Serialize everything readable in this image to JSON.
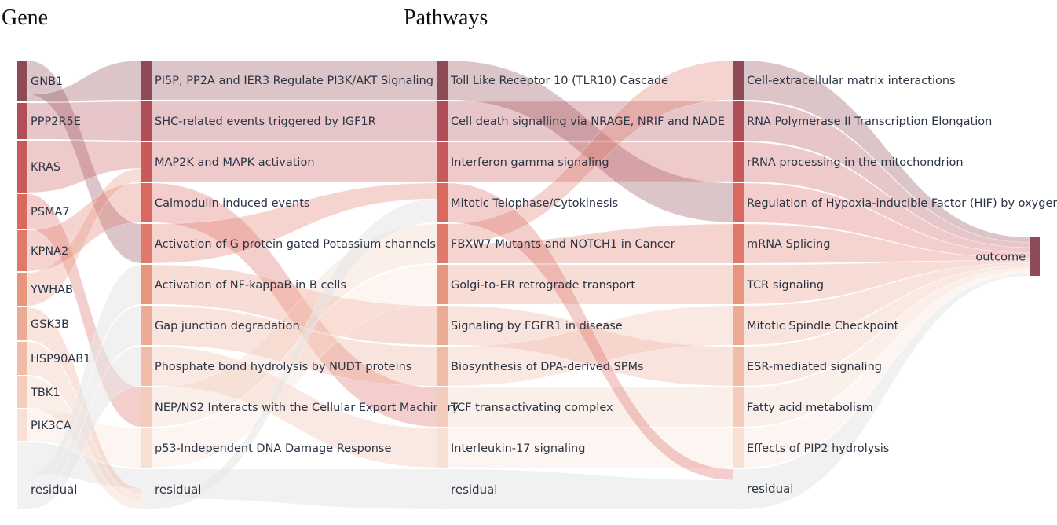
{
  "titles": {
    "gene": "Gene",
    "pathways": "Pathways"
  },
  "chart_data": {
    "type": "sankey",
    "columns": [
      {
        "nodes": [
          "GNB1",
          "PPP2R5E",
          "KRAS",
          "PSMA7",
          "KPNA2",
          "YWHAB",
          "GSK3B",
          "HSP90AB1",
          "TBK1",
          "PIK3CA",
          "residual"
        ],
        "colors": [
          "#8e4a57",
          "#b04f58",
          "#c95a5c",
          "#d9685f",
          "#df7a6a",
          "#e8957e",
          "#ecab94",
          "#f0bca7",
          "#f4ccbb",
          "#f8e0d4",
          "#f2f2f2"
        ]
      },
      {
        "nodes": [
          "PI5P, PP2A and IER3 Regulate PI3K/AKT Signaling",
          "SHC-related events triggered by IGF1R",
          "MAP2K and MAPK activation",
          "Calmodulin induced events",
          "Activation of G protein gated Potassium channels",
          "Activation of NF-kappaB in B cells",
          "Gap junction degradation",
          "Phosphate bond hydrolysis by NUDT proteins",
          "NEP/NS2 Interacts with the Cellular Export Machinery",
          "p53-Independent DNA Damage Response",
          "residual"
        ],
        "colors": [
          "#8e4a57",
          "#b04f58",
          "#c95a5c",
          "#d9685f",
          "#df7a6a",
          "#e8957e",
          "#ecab94",
          "#f0bca7",
          "#f4ccbb",
          "#f8e0d4",
          "#f2f2f2"
        ]
      },
      {
        "nodes": [
          "Toll Like Receptor 10 (TLR10) Cascade",
          "Cell death signalling via NRAGE, NRIF and NADE",
          "Interferon gamma signaling",
          "Mitotic Telophase/Cytokinesis",
          "FBXW7 Mutants and NOTCH1 in Cancer",
          "Golgi-to-ER retrograde transport",
          "Signaling by FGFR1 in disease",
          "Biosynthesis of DPA-derived SPMs",
          "TCF transactivating complex",
          "Interleukin-17 signaling",
          "residual"
        ],
        "colors": [
          "#8e4a57",
          "#b04f58",
          "#c95a5c",
          "#d9685f",
          "#df7a6a",
          "#e8957e",
          "#ecab94",
          "#f0bca7",
          "#f4ccbb",
          "#f8e0d4",
          "#f2f2f2"
        ]
      },
      {
        "nodes": [
          "Cell-extracellular matrix interactions",
          "RNA Polymerase II Transcription Elongation",
          "rRNA processing in the mitochondrion",
          "Regulation of Hypoxia-inducible Factor (HIF) by oxygen",
          "mRNA Splicing",
          "TCR signaling",
          "Mitotic Spindle Checkpoint",
          "ESR-mediated signaling",
          "Fatty acid metabolism",
          "Effects of PIP2 hydrolysis",
          "residual"
        ],
        "colors": [
          "#8e4a57",
          "#b04f58",
          "#c95a5c",
          "#d9685f",
          "#df7a6a",
          "#e8957e",
          "#ecab94",
          "#f0bca7",
          "#f4ccbb",
          "#f8e0d4",
          "#f2f2f2"
        ]
      },
      {
        "nodes": [
          "outcome"
        ],
        "colors": [
          "#8e4a57"
        ]
      }
    ],
    "links": [
      {
        "from": [
          0,
          0
        ],
        "to": [
          1,
          4
        ],
        "value": 5
      },
      {
        "from": [
          0,
          0
        ],
        "to": [
          1,
          0
        ],
        "value": 1
      },
      {
        "from": [
          0,
          1
        ],
        "to": [
          1,
          1
        ],
        "value": 5
      },
      {
        "from": [
          0,
          2
        ],
        "to": [
          1,
          2
        ],
        "value": 4
      },
      {
        "from": [
          0,
          3
        ],
        "to": [
          1,
          8
        ],
        "value": 3
      },
      {
        "from": [
          0,
          4
        ],
        "to": [
          1,
          3
        ],
        "value": 4
      },
      {
        "from": [
          0,
          5
        ],
        "to": [
          1,
          2
        ],
        "value": 2
      },
      {
        "from": [
          0,
          9
        ],
        "to": [
          1,
          9
        ],
        "value": 1
      },
      {
        "from": [
          0,
          10
        ],
        "to": [
          1,
          10
        ],
        "value": 8
      },
      {
        "from": [
          0,
          6
        ],
        "to": [
          1,
          10
        ],
        "value": 3
      },
      {
        "from": [
          0,
          7
        ],
        "to": [
          1,
          10
        ],
        "value": 3
      },
      {
        "from": [
          0,
          8
        ],
        "to": [
          1,
          10
        ],
        "value": 3
      },
      {
        "from": [
          0,
          10
        ],
        "to": [
          1,
          5
        ],
        "value": 3
      },
      {
        "from": [
          0,
          10
        ],
        "to": [
          1,
          6
        ],
        "value": 3
      },
      {
        "from": [
          0,
          10
        ],
        "to": [
          1,
          7
        ],
        "value": 3
      },
      {
        "from": [
          1,
          0
        ],
        "to": [
          2,
          0
        ],
        "value": 5
      },
      {
        "from": [
          1,
          1
        ],
        "to": [
          2,
          1
        ],
        "value": 5
      },
      {
        "from": [
          1,
          2
        ],
        "to": [
          2,
          2
        ],
        "value": 5
      },
      {
        "from": [
          1,
          3
        ],
        "to": [
          2,
          8
        ],
        "value": 3
      },
      {
        "from": [
          1,
          5
        ],
        "to": [
          2,
          6
        ],
        "value": 3
      },
      {
        "from": [
          1,
          6
        ],
        "to": [
          2,
          7
        ],
        "value": 2
      },
      {
        "from": [
          1,
          7
        ],
        "to": [
          2,
          9
        ],
        "value": 2
      },
      {
        "from": [
          1,
          4
        ],
        "to": [
          2,
          3
        ],
        "value": 2
      },
      {
        "from": [
          1,
          8
        ],
        "to": [
          2,
          4
        ],
        "value": 2
      },
      {
        "from": [
          1,
          9
        ],
        "to": [
          2,
          5
        ],
        "value": 2
      },
      {
        "from": [
          1,
          10
        ],
        "to": [
          2,
          10
        ],
        "value": 8
      },
      {
        "from": [
          1,
          10
        ],
        "to": [
          2,
          3
        ],
        "value": 3
      },
      {
        "from": [
          2,
          0
        ],
        "to": [
          3,
          3
        ],
        "value": 5
      },
      {
        "from": [
          2,
          1
        ],
        "to": [
          3,
          1
        ],
        "value": 5
      },
      {
        "from": [
          2,
          2
        ],
        "to": [
          3,
          2
        ],
        "value": 5
      },
      {
        "from": [
          2,
          4
        ],
        "to": [
          3,
          0
        ],
        "value": 2
      },
      {
        "from": [
          2,
          4
        ],
        "to": [
          3,
          4
        ],
        "value": 2
      },
      {
        "from": [
          2,
          8
        ],
        "to": [
          3,
          8
        ],
        "value": 3
      },
      {
        "from": [
          2,
          6
        ],
        "to": [
          3,
          7
        ],
        "value": 3
      },
      {
        "from": [
          2,
          7
        ],
        "to": [
          3,
          6
        ],
        "value": 2
      },
      {
        "from": [
          2,
          9
        ],
        "to": [
          3,
          9
        ],
        "value": 2
      },
      {
        "from": [
          2,
          5
        ],
        "to": [
          3,
          5
        ],
        "value": 2
      },
      {
        "from": [
          2,
          3
        ],
        "to": [
          3,
          10
        ],
        "value": 3
      },
      {
        "from": [
          2,
          10
        ],
        "to": [
          3,
          10
        ],
        "value": 8
      },
      {
        "from": [
          3,
          0
        ],
        "to": [
          4,
          0
        ],
        "value": 2
      },
      {
        "from": [
          3,
          1
        ],
        "to": [
          4,
          0
        ],
        "value": 2
      },
      {
        "from": [
          3,
          2
        ],
        "to": [
          4,
          0
        ],
        "value": 2
      },
      {
        "from": [
          3,
          3
        ],
        "to": [
          4,
          0
        ],
        "value": 2
      },
      {
        "from": [
          3,
          4
        ],
        "to": [
          4,
          0
        ],
        "value": 1
      },
      {
        "from": [
          3,
          5
        ],
        "to": [
          4,
          0
        ],
        "value": 1
      },
      {
        "from": [
          3,
          6
        ],
        "to": [
          4,
          0
        ],
        "value": 1
      },
      {
        "from": [
          3,
          7
        ],
        "to": [
          4,
          0
        ],
        "value": 1
      },
      {
        "from": [
          3,
          8
        ],
        "to": [
          4,
          0
        ],
        "value": 1
      },
      {
        "from": [
          3,
          9
        ],
        "to": [
          4,
          0
        ],
        "value": 1
      },
      {
        "from": [
          3,
          10
        ],
        "to": [
          4,
          0
        ],
        "value": 1
      }
    ]
  }
}
